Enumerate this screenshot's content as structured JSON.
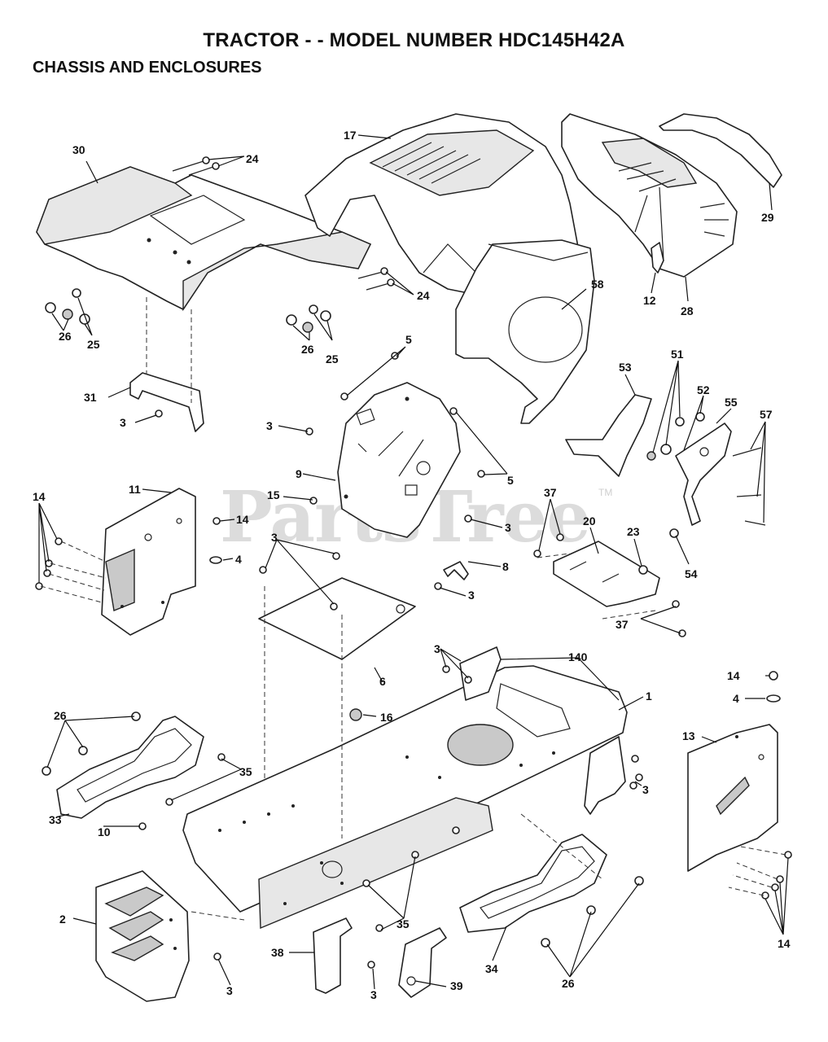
{
  "header": {
    "title": "TRACTOR - - MODEL NUMBER HDC145H42A",
    "subtitle": "CHASSIS AND ENCLOSURES"
  },
  "watermark": {
    "text": "PartsTree",
    "trademark": "TM"
  },
  "callouts": [
    {
      "id": "c30",
      "text": "30"
    },
    {
      "id": "c24a",
      "text": "24"
    },
    {
      "id": "c17",
      "text": "17"
    },
    {
      "id": "c29",
      "text": "29"
    },
    {
      "id": "c24b",
      "text": "24"
    },
    {
      "id": "c58",
      "text": "58"
    },
    {
      "id": "c12",
      "text": "12"
    },
    {
      "id": "c28",
      "text": "28"
    },
    {
      "id": "c26a",
      "text": "26"
    },
    {
      "id": "c25a",
      "text": "25"
    },
    {
      "id": "c25b",
      "text": "25"
    },
    {
      "id": "c26b",
      "text": "26"
    },
    {
      "id": "c5a",
      "text": "5"
    },
    {
      "id": "c31",
      "text": "31"
    },
    {
      "id": "c3a",
      "text": "3"
    },
    {
      "id": "c3b",
      "text": "3"
    },
    {
      "id": "c5b",
      "text": "5"
    },
    {
      "id": "c53",
      "text": "53"
    },
    {
      "id": "c51",
      "text": "51"
    },
    {
      "id": "c52",
      "text": "52"
    },
    {
      "id": "c55",
      "text": "55"
    },
    {
      "id": "c57",
      "text": "57"
    },
    {
      "id": "c9",
      "text": "9"
    },
    {
      "id": "c11",
      "text": "11"
    },
    {
      "id": "c14a",
      "text": "14"
    },
    {
      "id": "c15",
      "text": "15"
    },
    {
      "id": "c14b",
      "text": "14"
    },
    {
      "id": "c37a",
      "text": "37"
    },
    {
      "id": "c3c",
      "text": "3"
    },
    {
      "id": "c20",
      "text": "20"
    },
    {
      "id": "c23",
      "text": "23"
    },
    {
      "id": "c4a",
      "text": "4"
    },
    {
      "id": "c3d",
      "text": "3"
    },
    {
      "id": "c8",
      "text": "8"
    },
    {
      "id": "c54",
      "text": "54"
    },
    {
      "id": "c3e",
      "text": "3"
    },
    {
      "id": "c37b",
      "text": "37"
    },
    {
      "id": "c140",
      "text": "140"
    },
    {
      "id": "c3f",
      "text": "3"
    },
    {
      "id": "c6",
      "text": "6"
    },
    {
      "id": "c14c",
      "text": "14"
    },
    {
      "id": "c1",
      "text": "1"
    },
    {
      "id": "c4b",
      "text": "4"
    },
    {
      "id": "c26c",
      "text": "26"
    },
    {
      "id": "c16",
      "text": "16"
    },
    {
      "id": "c13",
      "text": "13"
    },
    {
      "id": "c35a",
      "text": "35"
    },
    {
      "id": "c3g",
      "text": "3"
    },
    {
      "id": "c33",
      "text": "33"
    },
    {
      "id": "c10",
      "text": "10"
    },
    {
      "id": "c2",
      "text": "2"
    },
    {
      "id": "c35b",
      "text": "35"
    },
    {
      "id": "c38",
      "text": "38"
    },
    {
      "id": "c3h",
      "text": "3"
    },
    {
      "id": "c3i",
      "text": "3"
    },
    {
      "id": "c39",
      "text": "39"
    },
    {
      "id": "c34",
      "text": "34"
    },
    {
      "id": "c26d",
      "text": "26"
    },
    {
      "id": "c14d",
      "text": "14"
    }
  ]
}
